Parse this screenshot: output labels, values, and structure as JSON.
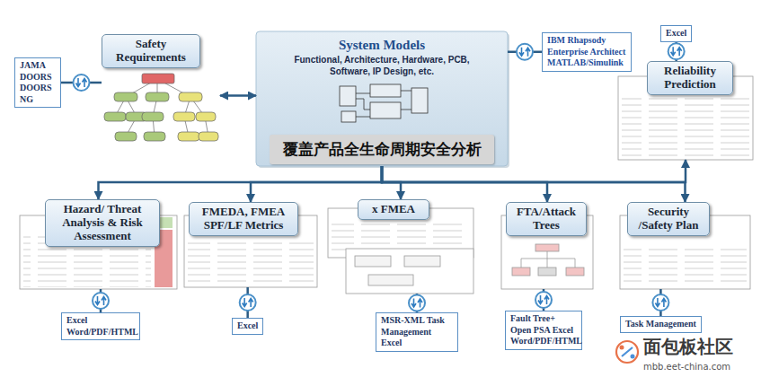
{
  "diagram": {
    "nodes": [
      {
        "text": [
          "Safety Requirements"
        ]
      },
      {
        "text": [
          "JAMA DOORS DOORS NG"
        ]
      },
      {
        "text": [
          "System Models",
          "Functional, Architecture, Hardware, PCB, Software, IP Design, etc."
        ]
      },
      {
        "text": [
          "覆盖产品全生命周期安全分析"
        ],
        "in": 2
      },
      {
        "text": [
          "IBM Rhapsody Enterprise Architect MATLAB/Simulink"
        ]
      },
      {
        "text": [
          "Excel"
        ]
      },
      {
        "text": [
          "Reliability Prediction"
        ]
      },
      {
        "text": [
          "Hazard/ Threat Analysis & Risk Assessment"
        ]
      },
      {
        "text": [
          "FMEDA, FMEA SPF/LF Metrics"
        ]
      },
      {
        "text": [
          "x FMEA"
        ]
      },
      {
        "text": [
          "FTA/Attack Trees"
        ]
      },
      {
        "text": [
          "Security /Safety Plan"
        ]
      },
      {
        "text": [
          "Excel Word/PDF/HTML"
        ]
      },
      {
        "text": [
          "Excel"
        ]
      },
      {
        "text": [
          "MSR-XML Task Management Excel"
        ]
      },
      {
        "text": [
          "Fault Tree+ Open PSA Excel Word/PDF/HTML"
        ]
      },
      {
        "text": [
          "Task Management"
        ]
      }
    ],
    "edges": [
      {
        "from": 0,
        "to": 2,
        "arrow": "both"
      },
      {
        "from": 1,
        "to": 0,
        "arrow": "none"
      },
      {
        "from": 4,
        "to": 2,
        "arrow": "none"
      },
      {
        "from": 5,
        "to": 6,
        "arrow": "none"
      },
      {
        "from": 2,
        "to": 6,
        "arrow": "to"
      },
      {
        "from": 2,
        "to": 7,
        "arrow": "to"
      },
      {
        "from": 2,
        "to": 8,
        "arrow": "to"
      },
      {
        "from": 2,
        "to": 9,
        "arrow": "to"
      },
      {
        "from": 2,
        "to": 10,
        "arrow": "to"
      },
      {
        "from": 2,
        "to": 11,
        "arrow": "to"
      },
      {
        "from": 7,
        "to": 12,
        "arrow": "none"
      },
      {
        "from": 8,
        "to": 13,
        "arrow": "none"
      },
      {
        "from": 9,
        "to": 14,
        "arrow": "none"
      },
      {
        "from": 10,
        "to": 15,
        "arrow": "none"
      },
      {
        "from": 11,
        "to": 16,
        "arrow": "none"
      }
    ],
    "labels": [
      "面包板社区",
      "mbb.eet-china.com"
    ]
  }
}
